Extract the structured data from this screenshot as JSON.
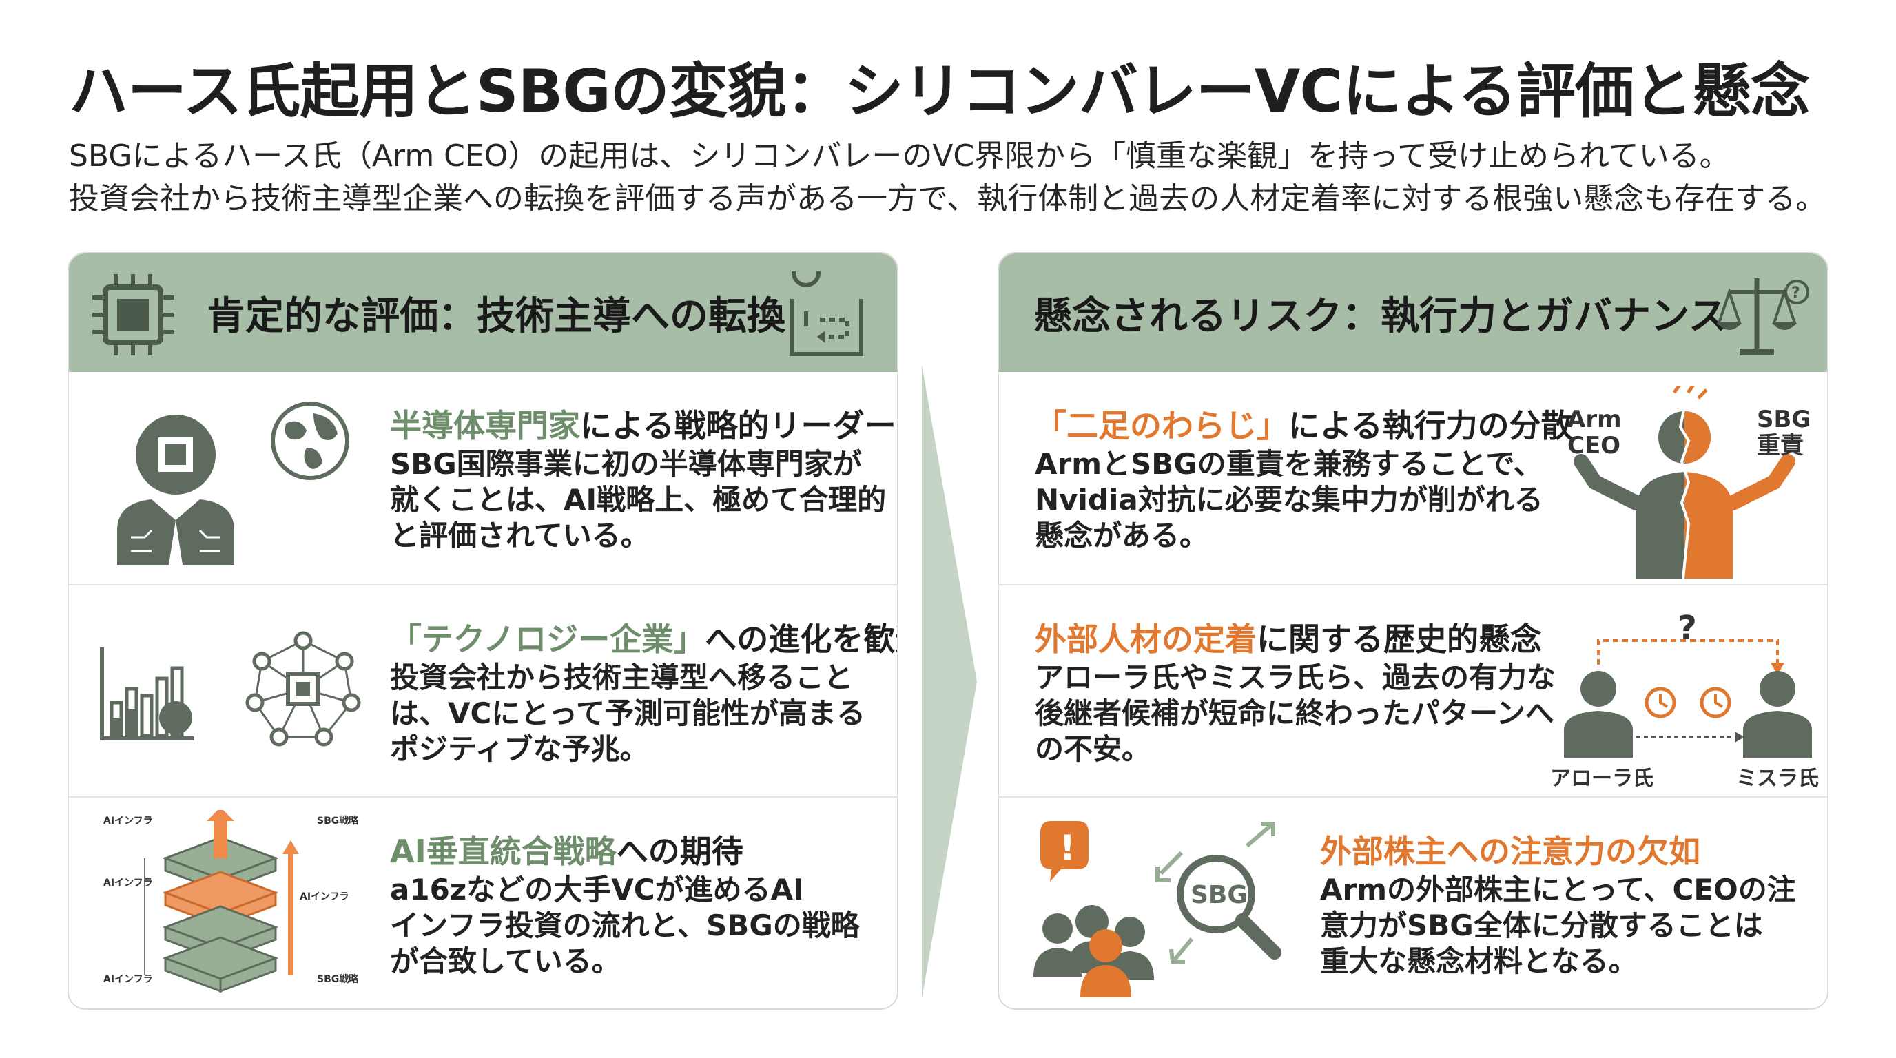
{
  "title": "ハース氏起用とSBGの変貌：シリコンバレーVCによる評価と懸念",
  "subtitle": [
    "SBGによるハース氏（Arm CEO）の起用は、シリコンバレーのVC界限から「慎重な楽観」を持って受け止められている。",
    "投資会社から技術主導型企業への転換を評価する声がある一方で、執行体制と過去の人材定着率に対する根強い懸念も存在する。"
  ],
  "left_panel": {
    "header": "肯定的な評価：技術主導への転換",
    "items": [
      {
        "title_hl": "半導体専門家",
        "title_rest": "による戦略的リーダーシップ",
        "body": [
          "SBG国際事業に初の半導体専門家が",
          "就くことは、AI戦略上、極めて合理的",
          "と評価されている。"
        ]
      },
      {
        "title_hl": "「テクノロジー企業」",
        "title_rest": "への進化を歓迎",
        "body": [
          "投資会社から技術主導型へ移ること",
          "は、VCにとって予測可能性が高まる",
          "ポジティブな予兆。"
        ]
      },
      {
        "title_hl": "AI垂直統合戦略",
        "title_rest": "への期待",
        "body": [
          "a16zなどの大手VCが進めるAI",
          "インフラ投資の流れと、SBGの戦略",
          "が合致している。"
        ],
        "diagram_labels": [
          "AIインフラ",
          "SBG戦略",
          "AIインフラ",
          "AIインフラ",
          "AIインフラ",
          "SBG戦略"
        ]
      }
    ]
  },
  "right_panel": {
    "header": "懸念されるリスク：執行力とガバナンス",
    "items": [
      {
        "title_hl": "「二足のわらじ」",
        "title_rest": "による執行力の分散",
        "body": [
          "ArmとSBGの重責を兼務することで、",
          "Nvidia対抗に必要な集中力が削がれる",
          "懸念がある。"
        ],
        "figure_labels": {
          "left": [
            "Arm",
            "CEO"
          ],
          "right": [
            "SBG",
            "重責"
          ]
        }
      },
      {
        "title_hl": "外部人材の定着",
        "title_rest": "に関する歴史的懸念",
        "body": [
          "アローラ氏やミスラ氏ら、過去の有力な",
          "後継者候補が短命に終わったパターンへ",
          "の不安。"
        ],
        "figure_labels": {
          "left": "アローラ氏",
          "right": "ミスラ氏",
          "question": "?"
        }
      },
      {
        "title_hl": "外部株主への注意力の欠如",
        "title_rest": "",
        "body": [
          "Armの外部株主にとって、CEOの注",
          "意力がSBG全体に分散することは",
          "重大な懸念材料となる。"
        ],
        "figure_labels": {
          "badge": "SBG",
          "alert": "!"
        }
      }
    ]
  },
  "colors": {
    "header_green": "#a8bda7",
    "accent_green": "#6d8d6b",
    "accent_orange": "#e0782f",
    "icon_gray": "#5f6b5e"
  }
}
